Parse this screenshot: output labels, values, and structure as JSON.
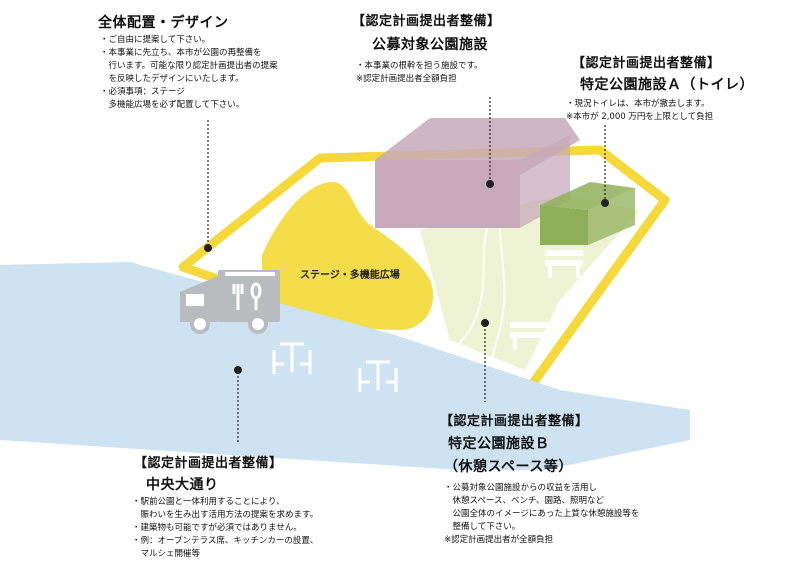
{
  "colors": {
    "boundary": "#f5d93a",
    "plaza": "#f5dd4a",
    "street": "#cde3f2",
    "facility_box": "#c7a9bb",
    "toilet_box": "#8fb05a",
    "greenery": "#e9f0c8",
    "truck": "#b9bcbf",
    "white_icon": "#ffffff",
    "leader": "#222222"
  },
  "overall": {
    "title": "全体配置・デザイン",
    "lines": [
      "・ご自由に提案して下さい。",
      "・本事業に先立ち、本市が公園の再整備を",
      "　行います。可能な限り認定計画提出者の提案",
      "　を反映したデザインにいたします。",
      "・必須事項：ステージ",
      "　多機能広場を必ず配置して下さい。"
    ]
  },
  "public_facility": {
    "tag": "【認定計画提出者整備】",
    "title": "公募対象公園施設",
    "lines": [
      "・本事業の根幹を担う施設です。",
      "※認定計画提出者全額負担"
    ]
  },
  "facility_a": {
    "tag": "【認定計画提出者整備】",
    "title": "特定公園施設Ａ（トイレ）",
    "lines": [
      "・現況トイレは、本市が撤去します。",
      "※本市が 2,000 万円を上限として負担"
    ]
  },
  "stage_plaza": {
    "label": "ステージ・多機能広場"
  },
  "main_street": {
    "tag": "【認定計画提出者整備】",
    "title": "中央大通り",
    "lines": [
      "・駅前公園と一体利用することにより、",
      "　賑わいを生み出す活用方法の提案を求めます。",
      "・建築物も可能ですが必須ではありません。",
      "・例：オープンテラス席、キッチンカーの設置、",
      "　マルシェ開催等"
    ]
  },
  "facility_b": {
    "tag": "【認定計画提出者整備】",
    "title": "特定公園施設Ｂ",
    "subtitle": "（休憩スペース等）",
    "lines": [
      "・公募対象公園施設からの収益を活用し",
      "　休憩スペース、ベンチ、園路、照明など",
      "　公園全体のイメージにあった上質な休憩施設等を",
      "　整備して下さい。",
      "※認定計画提出者が全額負担"
    ]
  },
  "icons": {
    "truck": "kitchen-truck-icon",
    "fork_knife": "fork-knife-icon",
    "bench": "bench-icon",
    "table": "terrace-table-icon"
  }
}
